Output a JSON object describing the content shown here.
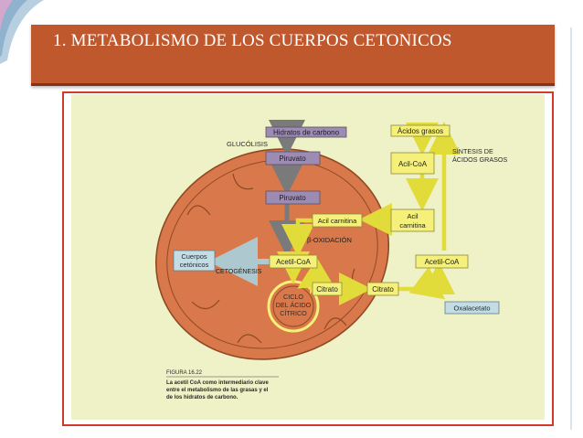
{
  "slide": {
    "title": "1. METABOLISMO DE LOS CUERPOS CETONICOS"
  },
  "diagram": {
    "hidratos": "Hidratos de carbono",
    "glucolisis": "GLUCÓLISIS",
    "piruvato_outer": "Piruvato",
    "piruvato_inner": "Piruvato",
    "acidos_grasos": "Ácidos grasos",
    "sintesis_1": "SÍNTESIS DE",
    "sintesis_2": "ÁCIDOS GRASOS",
    "acil_coa": "Acil-CoA",
    "acil_carnitina_outer_1": "Acil",
    "acil_carnitina_outer_2": "carnitina",
    "acil_carnitina_inner": "Acil carnitina",
    "beta_oxidacion": "β-OXIDACIÓN",
    "cuerpos_1": "Cuerpos",
    "cuerpos_2": "cetónicos",
    "cetogenesis": "CETOGÉNESIS",
    "acetil_coa_inner": "Acetil-CoA",
    "acetil_coa_outer": "Acetil-CoA",
    "citrato_inner": "Citrato",
    "citrato_outer": "Citrato",
    "oxalacetato": "Oxalacetato",
    "ciclo_1": "CICLO",
    "ciclo_2": "DEL ÁCIDO",
    "ciclo_3": "CÍTRICO"
  },
  "caption": {
    "figure_label": "FIGURA 16.22",
    "line1": "La acetil CoA como intermediario clave",
    "line2": "entre el metabolismo de las grasas y el",
    "line3": "de los hidratos de carbono."
  },
  "colors": {
    "title_bar": "#c0582e",
    "frame_border": "#d33a2a",
    "panel": "#eff1c6",
    "mitochondrion": "#d9784a",
    "yellow_box": "#f4f07a",
    "purple_box": "#9c8bb2",
    "blue_box": "#c4dde4"
  }
}
